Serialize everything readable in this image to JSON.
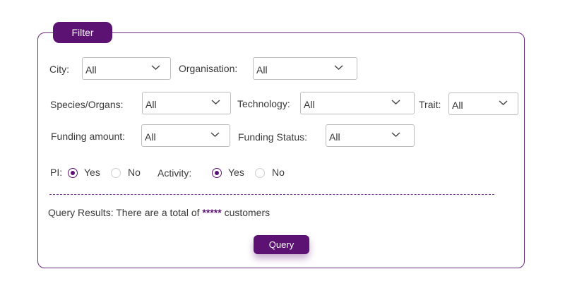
{
  "filter_title": "Filter",
  "colors": {
    "accent": "#5c1273",
    "border": "#6c2a80"
  },
  "fields": {
    "city": {
      "label": "City:",
      "value": "All"
    },
    "organisation": {
      "label": "Organisation:",
      "value": "All"
    },
    "species": {
      "label": "Species/Organs:",
      "value": "All"
    },
    "technology": {
      "label": "Technology:",
      "value": "All"
    },
    "trait": {
      "label": "Trait:",
      "value": "All"
    },
    "funding_amount": {
      "label": "Funding amount:",
      "value": "All"
    },
    "funding_status": {
      "label": "Funding Status:",
      "value": "All"
    }
  },
  "pi": {
    "label": "PI:",
    "yes": "Yes",
    "no": "No",
    "selected": "Yes"
  },
  "activity": {
    "label": "Activity:",
    "yes": "Yes",
    "no": "No",
    "selected": "Yes"
  },
  "results": {
    "prefix": "Query Results:",
    "text": "There are a total of",
    "count": "*****",
    "suffix": "customers"
  },
  "query_button": "Query",
  "icons": {
    "dropdown": "chevron-down-icon"
  }
}
